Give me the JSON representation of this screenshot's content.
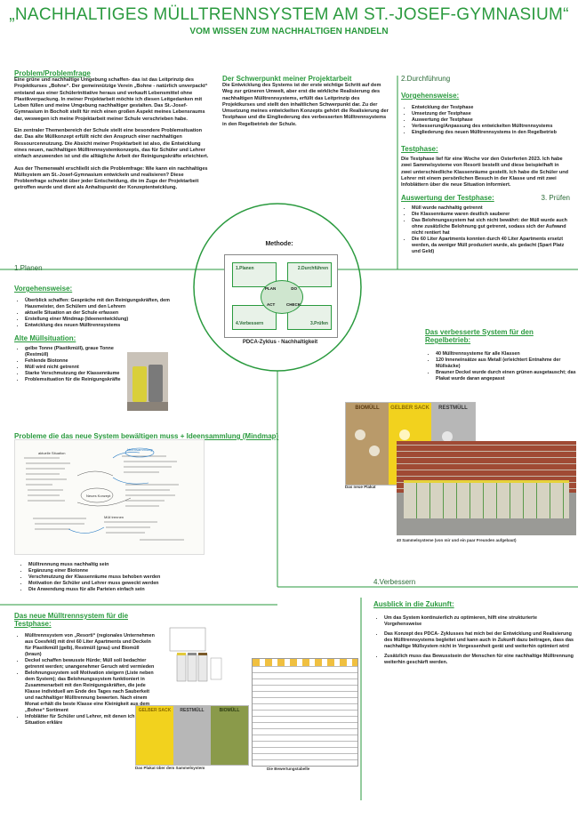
{
  "header": {
    "title": "„NACHHALTIGES MÜLLTRENNSYSTEM AM ST.-JOSEF-GYMNASIUM“",
    "subtitle": "VOM WISSEN ZUM NACHHALTIGEN HANDELN"
  },
  "problem": {
    "heading": "Problem/Problemfrage",
    "p1": "Eine grüne und nachhaltige Umgebung schaffen- das ist das Leitprinzip des Projektkurses „Bohne“. Der gemeinnützige Verein „Bohne - natürlich unverpackt“ entstand aus einer Schülerinitiative heraus und verkauft Lebensmittel ohne Plastikverpackung. In meiner Projektarbeit möchte ich diesen Leitgedanken mit Leben füllen und meine Umgebung nachhaltiger gestalten. Das St.-Josef-Gymnasium in Bocholt stellt für mich einen großen Aspekt meines Lebensraums dar, weswegen ich meine Projektarbeit meiner Schule verschrieben habe.",
    "p2": "Ein zentraler Themenbereich der Schule stellt eine besondere Problemsituation dar. Das alte Müllkonzept erfüllt nicht den Anspruch einer nachhaltigen Ressourcennutzung. Die Absicht meiner Projektarbeit ist also, die Entwicklung eines neuen, nachhaltigen Mülltrennsystemkonzepts, das für Schüler und Lehrer einfach anzuwenden ist und die alltägliche Arbeit der Reinigungskräfte erleichtert.",
    "p3": "Aus der Themenwahl erschließt sich die Problemfrage: Wie kann ein nachhaltiges Müllsystem am St.-Josef-Gymnasium entwickeln und realisieren? Diese Problemfrage schwebt über jeder Entscheidung, die im Zuge der Projektarbeit getroffen wurde und dient als Anhaltspunkt der Konzeptentwicklung."
  },
  "schwerpunkt": {
    "heading": "Der Schwerpunkt meiner Projektarbeit",
    "text": "Die Entwicklung des Systems ist der erste wichtige Schritt auf dem Weg zur grüneren Umwelt, aber erst die wirkliche Realisierung des nachhaltigen Mülltrennsystems, erfüllt das Leitprinzip des Projektkurses und stellt den inhaltlichen Schwerpunkt dar. Zu der Umsetzung meines entwickelten Konzepts gehört die Realisierung der Testphase und die Eingliederung des verbesserten Mülltrennsystems in den Regelbetrieb der Schule."
  },
  "durchfuehrung": {
    "heading": "2.Durchführung",
    "vorgehen_heading": "Vorgehensweise:",
    "vorgehen": [
      "Entwicklung der Testphase",
      "Umsetzung der Testphase",
      "Auswertung der Testphase",
      "Verbesserung/Anpassung des entwickelten Mülltrennsystems",
      "Eingliederung des neuen Mülltrennsystems in den Regelbetrieb"
    ],
    "testphase_heading": "Testphase:",
    "testphase_text": "Die Testphase lief für eine Woche vor den Osterferien 2023. Ich habe zwei Sammelsysteme von Resorti bestellt und diese beispielhaft in zwei unterschiedliche Klassenräume gestellt. Ich habe die Schüler und Lehrer mit einem persönlichen Besuch in der Klasse und mit zwei Infoblättern über die neue Situation informiert.",
    "auswertung_heading": "Auswertung der Testphase:",
    "pruefen": "3. Prüfen",
    "auswertung": [
      "Müll wurde nachhaltig getrennt",
      "Die Klassenräume waren deutlich sauberer",
      "Das Belohnungssystem hat sich nicht bewährt: der Müll wurde auch ohne zusätzliche Belohnung gut getrennt, sodass sich der Aufwand nicht rentiert hat",
      "Die 60 Liter Apartments konnten durch 40 Liter Apartments ersetzt werden, da weniger Müll produziert wurde, als gedacht (Spart Platz und Geld)"
    ],
    "verbessert_heading": "Das verbesserte System für den Regelbetrieb:",
    "verbessert": [
      "40 Mülltrennsysteme für alle Klassen",
      "120 Inneneinsätze aus Metall (erleichtert Entnahme der Müllsäcke)",
      "Brauner Deckel wurde durch einen grünen ausgetauscht; das Plakat wurde daran angepasst"
    ],
    "plakat_caption": "Das neue Plakat",
    "sammel_caption": "40 Sammelsysteme (von mir und ein paar Freunden aufgebaut)"
  },
  "methode": {
    "label": "Methode:",
    "boxes": [
      "1.Planen",
      "2.Durchführen",
      "4.Verbessern",
      "3.Prüfen"
    ],
    "pdca": [
      "PLAN",
      "DO",
      "ACT",
      "CHECK"
    ],
    "caption": "PDCA-Zyklus - Nachhaltigkeit"
  },
  "planen": {
    "heading": "1.Planen",
    "vorgehen_heading": "Vorgehensweise:",
    "vorgehen": [
      "Überblick schaffen: Gespräche mit den Reinigungskräften, dem Hausmeister, den Schülern und den Lehrern",
      "aktuelle Situation an der Schule erfassen",
      "Erstellung einer Mindmap (Ideenentwicklung)",
      "Entwicklung des neuen Mülltrennsystems"
    ],
    "alte_heading": "Alte Müllsituation:",
    "alte": [
      "gelbe Tonne (Plastikmüll), graue Tonne (Restmüll)",
      "Fehlende Biotonne",
      "Müll wird nicht getrennt",
      "Starke Verschmutzung der Klassenräume",
      "Problemsituation für die Reinigungskräfte"
    ],
    "mindmap_heading": "Probleme die das neue System bewältigen muss + Ideensammlung (Mindmap)",
    "mindmap_items": [
      "Mülltrennung muss nachhaltig sein",
      "Ergänzung einer Biotonne",
      "Verschmutzung der Klassenräume muss behoben werden",
      "Motivation der Schüler und Lehrer muss geweckt werden",
      "Die Anwendung muss für alle Parteien einfach sein"
    ],
    "mindmap_notes": [
      "aktuelle Situation",
      "Ideensammlung",
      "Neues Konzept",
      "Müll trennen"
    ]
  },
  "neues_system": {
    "heading": "Das neue Mülltrennsystem für die Testphase:",
    "items": [
      "Mülltrennsystem von „Resorti“ (regionales Unternehmen aus Coesfeld) mit drei 60 Liter Apartments und Deckeln für Plastikmüll (gelb), Restmüll (grau) und Biomüll (braun)",
      "Deckel schaffen bewusste Hürde; Müll soll bedachter getrennt werden; unangenehmer Geruch wird vermieden",
      "Belohnungssystem soll Motivation steigern (Liste neben dem System); das Belohnungssystem funktioniert in Zusammenarbeit mit den Reinigungskräften, die jede Klasse individuell am Ende des Tages nach Sauberkeit und nachhaltiger Mülltrennung bewerten. Nach einem Monat erhält die beste Klasse eine Kleinigkeit aus dem „Bohne“ Sortiment",
      "Infoblätter für Schüler und Lehrer, mit denen ich die Situation erkläre"
    ],
    "caption1": "Das Plakat über dem Sammelsystem",
    "caption2": "Die Bewertungstabelle"
  },
  "verbessern": {
    "heading": "4.Verbessern",
    "ausblick_heading": "Ausblick in die Zukunft:",
    "items": [
      "Um das System kontinuierlich zu optimieren, hilft eine strukturierte Vorgehensweise",
      "Das Konzept des PDCA- Zyklusses hat mich bei der Entwicklung und Realisierung des Mülltrennsystems begleitet und kann auch in Zukunft dazu beitragen, dass das nachhaltige Müllsystem nicht in Vergessenheit gerät und weiterhin optimiert wird",
      "Zusätzlich muss das Bewusstsein der Menschen für eine nachhaltige Mülltrennung weiterhin geschärft werden."
    ]
  },
  "plakat": {
    "cols": [
      "BIOMÜLL",
      "GELBER SACK",
      "RESTMÜLL"
    ]
  },
  "colors": {
    "accent": "#2a9a3e",
    "bio": "#8a6a3a",
    "gelb": "#f2d21e",
    "rest": "#9a9a9a"
  }
}
